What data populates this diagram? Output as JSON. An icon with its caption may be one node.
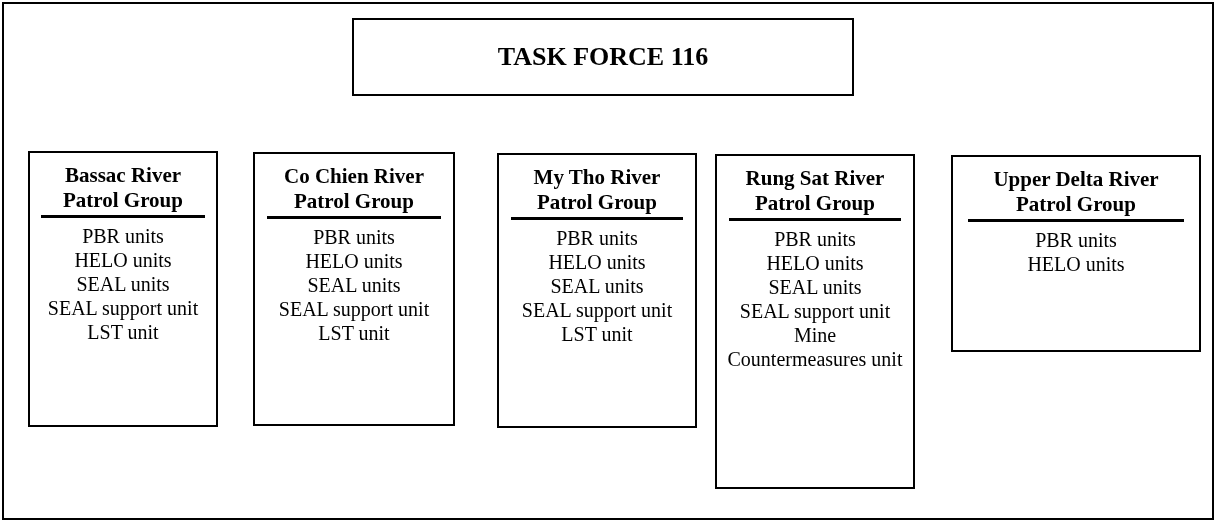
{
  "diagram": {
    "nodes": [
      {
        "text": [
          "TASK FORCE 116"
        ]
      },
      {
        "text": [
          "Bassac River Patrol Group",
          "PBR units",
          "HELO units",
          "SEAL units",
          "SEAL support unit",
          "LST unit"
        ]
      },
      {
        "text": [
          "Co Chien River Patrol Group",
          "PBR units",
          "HELO units",
          "SEAL units",
          "SEAL support unit",
          "LST unit"
        ]
      },
      {
        "text": [
          "My Tho River Patrol Group",
          "PBR units",
          "HELO units",
          "SEAL units",
          "SEAL support unit",
          "LST unit"
        ]
      },
      {
        "text": [
          "Rung Sat River Patrol Group",
          "PBR units",
          "HELO units",
          "SEAL units",
          "SEAL support unit",
          "Mine Countermeasures unit"
        ]
      },
      {
        "text": [
          "Upper Delta River Patrol Group",
          "PBR units",
          "HELO units"
        ]
      }
    ]
  }
}
